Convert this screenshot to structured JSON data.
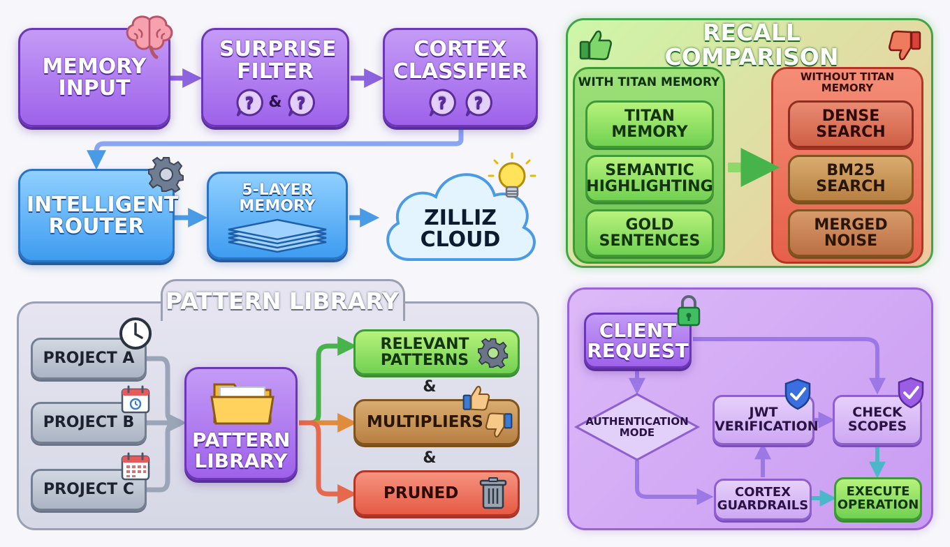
{
  "pipeline": {
    "memory_input": "MEMORY INPUT",
    "surprise_filter": "SURPRISE FILTER",
    "cortex_classifier": "CORTEX CLASSIFIER",
    "and_symbol": "&",
    "intelligent_router": "INTELLIGENT ROUTER",
    "five_layer_memory": "5-LAYER MEMORY",
    "zilliz_cloud": "ZILLIZ CLOUD"
  },
  "recall": {
    "title": "RECALL COMPARISON",
    "with_header": "WITH TITAN MEMORY",
    "without_header": "WITHOUT TITAN MEMORY",
    "with_items": [
      "TITAN MEMORY",
      "SEMANTIC HIGHLIGHTING",
      "GOLD SENTENCES"
    ],
    "without_items": [
      "DENSE SEARCH",
      "BM25 SEARCH",
      "MERGED NOISE"
    ]
  },
  "patterns": {
    "title": "PATTERN LIBRARY",
    "projects": [
      "PROJECT A",
      "PROJECT B",
      "PROJECT C"
    ],
    "library_label": "PATTERN LIBRARY",
    "outputs": [
      "RELEVANT PATTERNS",
      "MULTIPLIERS",
      "PRUNED"
    ],
    "and_symbol": "&"
  },
  "auth": {
    "client_request": "CLIENT REQUEST",
    "authentication_mode": "AUTHENTICATION MODE",
    "jwt_verification": "JWT VERIFICATION",
    "check_scopes": "CHECK SCOPES",
    "cortex_guardrails": "CORTEX GUARDRAILS",
    "execute_operation": "EXECUTE OPERATION"
  },
  "colors": {
    "purple": "#9e62ea",
    "blue": "#3e9cf0",
    "green": "#71d152",
    "brown": "#b88044",
    "red": "#e65a44",
    "gray": "#aab4c3"
  },
  "icons": [
    "brain-icon",
    "question-bubble-icon",
    "gear-icon",
    "layer-stack-icon",
    "cloud-icon",
    "lightbulb-icon",
    "thumbs-up-icon",
    "thumbs-down-icon",
    "clock-icon",
    "calendar-icon",
    "folder-icon",
    "trash-icon",
    "lock-icon",
    "shield-check-icon"
  ]
}
